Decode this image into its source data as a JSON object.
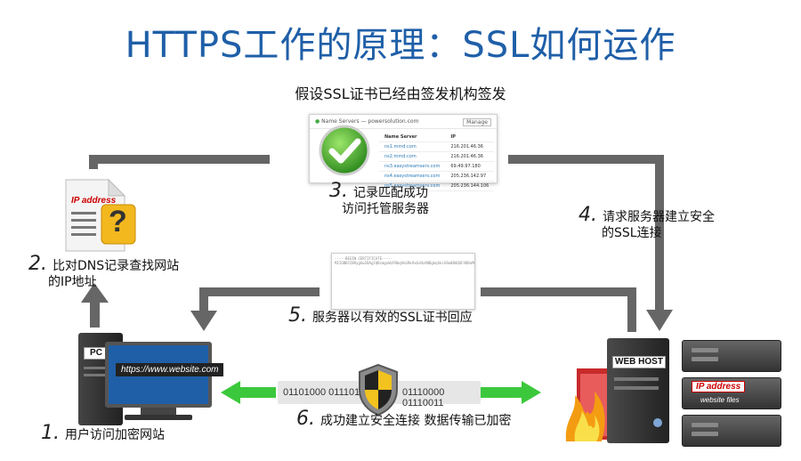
{
  "title": "HTTPS工作的原理：SSL如何运作",
  "subtitle": "假设SSL证书已经由签发机构签发",
  "steps": [
    {
      "num": "1.",
      "text": "用户访问加密网站"
    },
    {
      "num": "2.",
      "line1": "比对DNS记录查找网站",
      "line2": "的IP地址"
    },
    {
      "num": "3.",
      "line1": "记录匹配成功",
      "line2": "访问托管服务器"
    },
    {
      "num": "4.",
      "line1": "请求服务器建立安全",
      "line2": "的SSL连接"
    },
    {
      "num": "5.",
      "text": "服务器以有效的SSL证书回应"
    },
    {
      "num": "6.",
      "text": "成功建立安全连接 数据传输已加密"
    }
  ],
  "pc": {
    "label": "PC",
    "url": "https://www.website.com"
  },
  "ip_doc": {
    "label": "IP address",
    "mark": "?"
  },
  "server": {
    "label": "WEB HOST",
    "ip_tag": "IP address",
    "files_tag": "website files"
  },
  "binary": {
    "left": "01101000 0111010",
    "right": "01110000 01110011"
  },
  "dns_panel": {
    "header": "Name Servers — powersolution.com",
    "button": "Manage",
    "col1": "Name Server",
    "col2": "IP",
    "rows": [
      {
        "ns": "ns1.mmd.com",
        "ip": "216.201.46.36"
      },
      {
        "ns": "ns2.mmd.com",
        "ip": "216.201.46.36"
      },
      {
        "ns": "ns3.easystreamserv.com",
        "ip": "69.49.97.180"
      },
      {
        "ns": "ns4.easystreamserv.com",
        "ip": "205.236.142.97"
      },
      {
        "ns": "ns5.easystreamserv.com",
        "ip": "205.236.144.106"
      }
    ]
  },
  "cert_text": "-----BEGIN CERTIFICATE----- MIIGNDCCBRygAwIBAgIQBzmgoWzFNbqVkG9kVx6sNzANBgkqhkiG9w0BAQUFADBeMQswCQYDVQQGEwJVUzEVMBMGA1UEChMMRGlnaUNlcnQgSW5jMRkwFwYDVQQLExB3d3cuZGlnaWNlcnQuY29tMR0wGwYDVQQDExRIaWdoIEFzc3VyYW5jZSBDQS0zMB4XDTEwMDUyMTAwMDAwMFoXDTEzMDUyNDIzNTk1OVowgZUxCzAJBgNVBAYTAlVTMRMwEQYDVQQIEwpDYWxpZm9ybmlhMRYwFAYDVQQHEw1TYW4gRnJhbmNpc2NvMRcwFQYDVQQKEw5UcnVzdGVkIFNpdGUgSW5jMR8wHQYDVQQLExZJbmZvcm1hdGlvbiBUZWNobm9sb2d5MR8wHQYDVQQDExZ3d3cud2Vic2l0ZS5jb20gU1NMIENlcnQgMTAwggEiMA0GCSqGSIb3DQEBAQUAA4IBDwAwggEKAoIBAQDFmF8dQ4YkNpA5lhhX7PnEwKZXaFIGpN9d2vO0VBbZnoNxXmBqZlCDnUKL5MtTY+pOKMz4YHo5pb4jjOk9m0Zx1pPwlRcFdMxOdqVAKR1PuRXcz9sVqU9gHtYrfBWElHNRZjbmw6kW1RyS0k8u5uCNpnmMRXqJHnUW5xs8tZbyK3MeGfzWkV0rTc+n7oJqvPO2eNtTzUYY1kjrmXxRPFRrQvqV4aMwLVcnEQ/Fy6M1QgU8ZdZkg3pPdeL+2vqMZ0ZqTS5t7UeXa2fNNSAcJQDFoXkNFuR3K1tZH2jV"
}
